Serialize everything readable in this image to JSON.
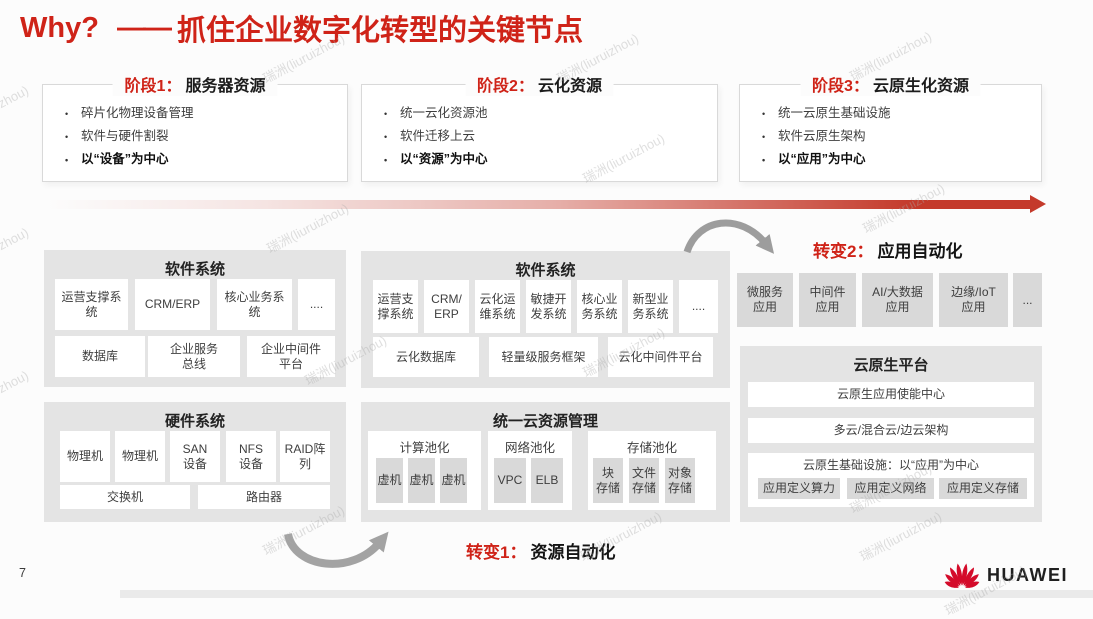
{
  "title": {
    "why": "Why?",
    "dash": "——",
    "text": "抓住企业数字化转型的关键节点"
  },
  "watermark": "瑞洲(liuruizhou)",
  "page_number": "7",
  "colors": {
    "accent_red": "#cf2318",
    "panel_gray": "#e4e4e4",
    "box_gray": "#d9d9d9",
    "arrow_red": "#c43a2b"
  },
  "stages": [
    {
      "label_red": "阶段1：",
      "label_black": "服务器资源",
      "bullets": [
        "碎片化物理设备管理",
        "软件与硬件割裂",
        "以“设备”为中心"
      ]
    },
    {
      "label_red": "阶段2：",
      "label_black": "云化资源",
      "bullets": [
        "统一云化资源池",
        "软件迁移上云",
        "以“资源”为中心"
      ]
    },
    {
      "label_red": "阶段3：",
      "label_black": "云原生化资源",
      "bullets": [
        "统一云原生基础设施",
        "软件云原生架构",
        "以“应用”为中心"
      ]
    }
  ],
  "left": {
    "software": {
      "title": "软件系统",
      "row1": [
        "运营支撑系\n统",
        "CRM/ERP",
        "核心业务系\n统",
        "...."
      ],
      "row2": [
        "数据库",
        "企业服务\n总线",
        "企业中间件\n平台"
      ]
    },
    "hardware": {
      "title": "硬件系统",
      "row1": [
        "物理机",
        "物理机",
        "SAN\n设备",
        "NFS\n设备",
        "RAID阵\n列"
      ],
      "row2": [
        "交换机",
        "路由器"
      ]
    }
  },
  "middle": {
    "software": {
      "title": "软件系统",
      "row1": [
        "运营支\n撑系统",
        "CRM/\nERP",
        "云化运\n维系统",
        "敏捷开\n发系统",
        "核心业\n务系统",
        "新型业\n务系统",
        "...."
      ],
      "row2": [
        "云化数据库",
        "轻量级服务框架",
        "云化中间件平台"
      ]
    },
    "cloud_mgmt": {
      "title": "统一云资源管理",
      "groups": [
        {
          "title": "计算池化",
          "items": [
            "虚机",
            "虚机",
            "虚机"
          ]
        },
        {
          "title": "网络池化",
          "items": [
            "VPC",
            "ELB"
          ]
        },
        {
          "title": "存储池化",
          "items": [
            "块\n存储",
            "文件\n存储",
            "对象\n存储"
          ]
        }
      ]
    }
  },
  "right": {
    "transform2": {
      "label_red": "转变2：",
      "label_black": "应用自动化"
    },
    "apps": [
      "微服务\n应用",
      "中间件\n应用",
      "AI/大数据\n应用",
      "边缘/IoT\n应用",
      "..."
    ],
    "platform": {
      "title": "云原生平台",
      "rows": [
        "云原生应用使能中心",
        "多云/混合云/边云架构",
        "云原生基础设施：以“应用”为中心"
      ],
      "defines": [
        "应用定义算力",
        "应用定义网络",
        "应用定义存储"
      ]
    }
  },
  "transform1": {
    "label_red": "转变1：",
    "label_black": "资源自动化"
  },
  "logo_text": "HUAWEI"
}
